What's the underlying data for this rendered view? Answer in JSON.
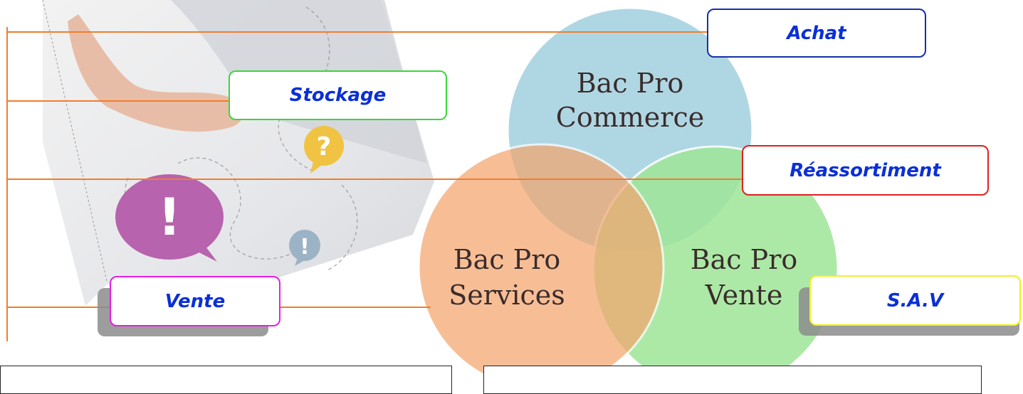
{
  "tags": {
    "achat": "Achat",
    "stockage": "Stockage",
    "reassortiment": "Réassortiment",
    "vente": "Vente",
    "sav": "S.A.V"
  },
  "circles": {
    "commerce_line1": "Bac Pro",
    "commerce_line2": "Commerce",
    "services_line1": "Bac Pro",
    "services_line2": "Services",
    "vente_line1": "Bac Pro",
    "vente_line2": "Vente"
  },
  "photo_bubbles": {
    "question": "?",
    "exclamation_large": "!",
    "exclamation_small": "!"
  },
  "colors": {
    "commerce": "#a7d3e0",
    "services": "#f6bb94",
    "vente": "#9fe697",
    "connector": "#f07d2e",
    "tag_text": "#0b2fd6"
  }
}
